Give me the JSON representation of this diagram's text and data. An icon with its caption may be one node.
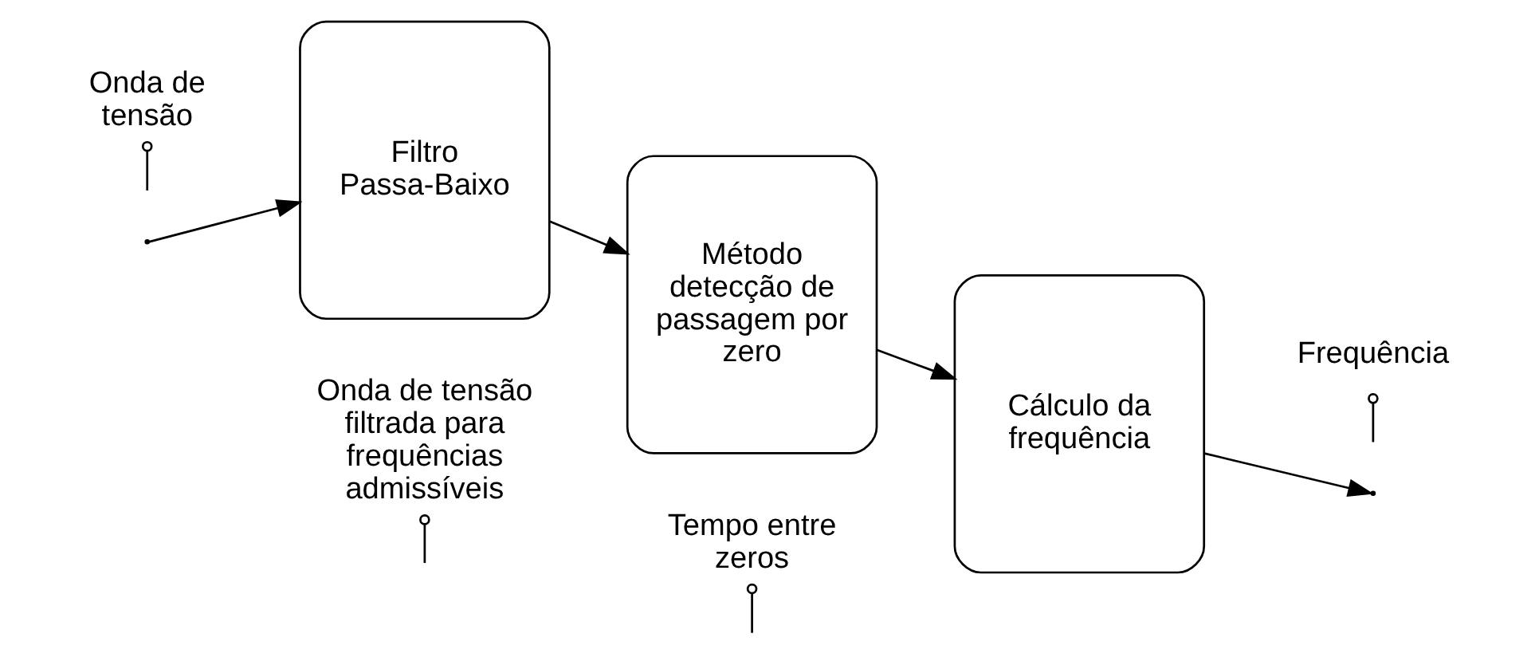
{
  "diagram": {
    "nodes": [
      {
        "text": [
          "Onda de tensão"
        ]
      },
      {
        "text": [
          "Filtro Passa-Baixo"
        ]
      },
      {
        "text": [
          "Onda de tensão filtrada para frequências admissíveis"
        ]
      },
      {
        "text": [
          "Método detecção de passagem por zero"
        ]
      },
      {
        "text": [
          "Tempo entre zeros"
        ]
      },
      {
        "text": [
          "Cálculo da frequência"
        ]
      },
      {
        "text": [
          "Frequência"
        ]
      }
    ],
    "edges": [
      {
        "from": null,
        "to": 1,
        "arrow": "to"
      },
      {
        "from": 1,
        "to": 3,
        "arrow": "to"
      },
      {
        "from": 3,
        "to": 5,
        "arrow": "to"
      },
      {
        "from": 5,
        "to": null,
        "arrow": "to"
      },
      {
        "from": 0,
        "to": null,
        "arrow": "other"
      },
      {
        "from": 2,
        "to": null,
        "arrow": "other"
      },
      {
        "from": 4,
        "to": null,
        "arrow": "other"
      },
      {
        "from": 6,
        "to": null,
        "arrow": "other"
      }
    ]
  }
}
